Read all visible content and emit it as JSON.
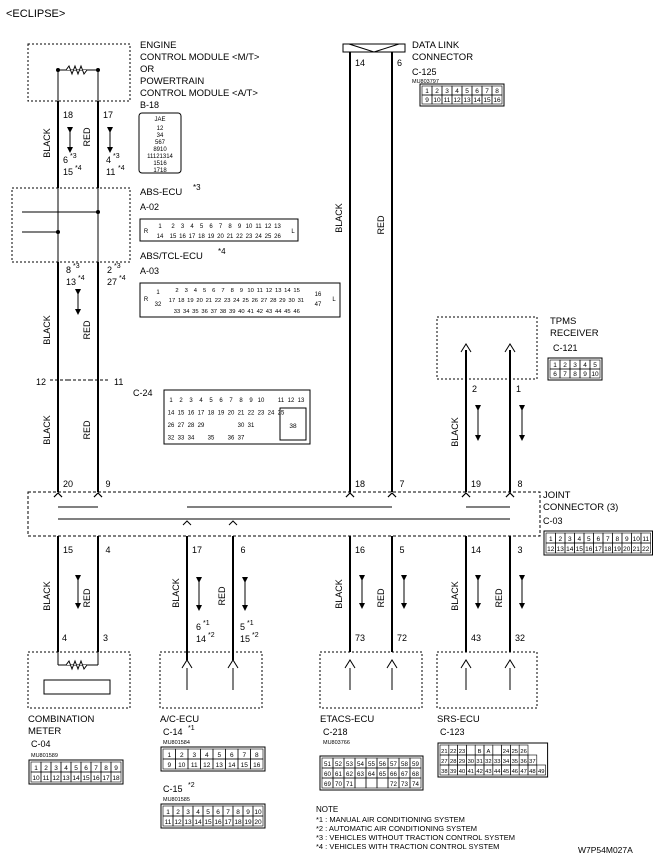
{
  "header": "<ECLIPSE>",
  "figure_id": "W7P54M027A",
  "ecm": {
    "lines": [
      "ENGINE",
      "CONTROL MODULE <M/T>",
      "OR",
      "POWERTRAIN",
      "CONTROL MODULE <A/T>"
    ],
    "connector": "B-18",
    "jae": "JAE",
    "pin_left": "18",
    "pin_right": "17"
  },
  "abs": {
    "title": "ABS-ECU",
    "mark": "*3",
    "connector": "A-02"
  },
  "abs_tcl": {
    "title": "ABS/TCL-ECU",
    "mark": "*4",
    "connector": "A-03"
  },
  "dlc": {
    "lines": [
      "DATA LINK",
      "CONNECTOR"
    ],
    "connector": "C-125",
    "part": "MU803797",
    "pin_left": "14",
    "pin_right": "6"
  },
  "tpms": {
    "lines": [
      "TPMS",
      "RECEIVER"
    ],
    "connector": "C-121",
    "pin_left": "2",
    "pin_right": "1"
  },
  "joint": {
    "lines": [
      "JOINT",
      "CONNECTOR (3)"
    ],
    "connector": "C-03",
    "top_pins": [
      "20",
      "9",
      "18",
      "7",
      "19",
      "8"
    ],
    "bottom_pins": [
      "15",
      "4",
      "17",
      "6",
      "16",
      "5",
      "14",
      "3"
    ]
  },
  "inline": {
    "connector": "C-24",
    "pin_left": "12",
    "pin_right": "11"
  },
  "wire_labels": {
    "black": "BLACK",
    "red": "RED"
  },
  "pins": {
    "abs_upper_a": "6",
    "abs_upper_a2": "15",
    "abs_upper_b": "4",
    "abs_upper_b2": "11",
    "abs_lower_a": "8",
    "abs_lower_a2": "13",
    "abs_lower_b": "2",
    "abs_lower_b2": "27",
    "meter_a": "4",
    "meter_b": "3",
    "ac_a": "6",
    "ac_a2": "14",
    "ac_b": "5",
    "ac_b2": "15",
    "etacs_a": "73",
    "etacs_b": "72",
    "srs_a": "43",
    "srs_b": "32"
  },
  "marks": {
    "m1": "*1",
    "m2": "*2",
    "m3": "*3",
    "m4": "*4"
  },
  "meter": {
    "lines": [
      "COMBINATION",
      "METER"
    ],
    "connector": "C-04",
    "part": "MU801589"
  },
  "ac": {
    "title": "A/C-ECU",
    "connector": "C-14",
    "mark1": "*1",
    "part1": "MU801584",
    "connector2": "C-15",
    "mark2": "*2",
    "part2": "MU801585"
  },
  "etacs": {
    "title": "ETACS-ECU",
    "connector": "C-218",
    "part": "MU803766"
  },
  "srs": {
    "title": "SRS-ECU",
    "connector": "C-123"
  },
  "notes": {
    "title": "NOTE",
    "items": [
      "*1 : MANUAL AIR CONDITIONING SYSTEM",
      "*2 : AUTOMATIC AIR CONDITIONING SYSTEM",
      "*3 : VEHICLES WITHOUT TRACTION CONTROL SYSTEM",
      "*4 : VEHICLES WITH TRACTION CONTROL SYSTEM"
    ]
  },
  "connector_faces": {
    "ecm": [
      "12",
      "34",
      "567",
      "8910",
      "11121314",
      "1516",
      "1718"
    ],
    "dlc": [
      [
        "1",
        "2",
        "3",
        "4",
        "5",
        "6",
        "7",
        "8"
      ],
      [
        "9",
        "10",
        "11",
        "12",
        "13",
        "14",
        "15",
        "16"
      ]
    ],
    "abs02": {
      "side_left": "R",
      "side_right": "L",
      "left_pins": [
        "1",
        "14"
      ],
      "row1": [
        "2",
        "3",
        "4",
        "5",
        "6",
        "7",
        "8",
        "9",
        "10",
        "11",
        "12",
        "13"
      ],
      "row2": [
        "15",
        "16",
        "17",
        "18",
        "19",
        "20",
        "21",
        "22",
        "23",
        "24",
        "25",
        "26"
      ]
    },
    "abs03": {
      "side_left": "R",
      "side_right": "L",
      "left_pins": [
        "1",
        "32"
      ],
      "row1": [
        "2",
        "3",
        "4",
        "5",
        "6",
        "7",
        "8",
        "9",
        "10",
        "11",
        "12",
        "13",
        "14",
        "15"
      ],
      "row2": [
        "17",
        "18",
        "19",
        "20",
        "21",
        "22",
        "23",
        "24",
        "25",
        "26",
        "27",
        "28",
        "29",
        "30",
        "31"
      ],
      "row3": [
        "33",
        "34",
        "35",
        "36",
        "37",
        "38",
        "39",
        "40",
        "41",
        "42",
        "43",
        "44",
        "45",
        "46"
      ],
      "right_pins": [
        "16",
        "47"
      ]
    },
    "c24": [
      [
        "1",
        "2",
        "3",
        "4",
        "5",
        "6",
        "7",
        "8",
        "9",
        "10",
        "",
        "11",
        "12",
        "13"
      ],
      [
        "14",
        "15",
        "16",
        "17",
        "18",
        "19",
        "20",
        "21",
        "22",
        "23",
        "24",
        "25"
      ],
      [
        "26",
        "27",
        "28",
        "29",
        "",
        "",
        "",
        "30",
        "31"
      ],
      [
        "32",
        "33",
        "34",
        "",
        "35",
        "",
        "36",
        "37"
      ]
    ],
    "c24_big": "38",
    "tpms": [
      [
        "1",
        "2",
        "3",
        "4",
        "5"
      ],
      [
        "6",
        "7",
        "8",
        "9",
        "10"
      ]
    ],
    "joint": [
      [
        "1",
        "2",
        "3",
        "4",
        "5",
        "6",
        "7",
        "8",
        "9",
        "10",
        "11"
      ],
      [
        "12",
        "13",
        "14",
        "15",
        "16",
        "17",
        "18",
        "19",
        "20",
        "21",
        "22"
      ]
    ],
    "meter": [
      [
        "1",
        "2",
        "3",
        "4",
        "5",
        "6",
        "7",
        "8",
        "9"
      ],
      [
        "10",
        "11",
        "12",
        "13",
        "14",
        "15",
        "16",
        "17",
        "18"
      ]
    ],
    "ac14": [
      [
        "1",
        "2",
        "3",
        "4",
        "5",
        "6",
        "7",
        "8"
      ],
      [
        "9",
        "10",
        "11",
        "12",
        "13",
        "14",
        "15",
        "16"
      ]
    ],
    "ac15": [
      [
        "1",
        "2",
        "3",
        "4",
        "5",
        "6",
        "7",
        "8",
        "9",
        "10"
      ],
      [
        "11",
        "12",
        "13",
        "14",
        "15",
        "16",
        "17",
        "18",
        "19",
        "20"
      ]
    ],
    "etacs": [
      [
        "51",
        "52",
        "53",
        "54",
        "55",
        "56",
        "57",
        "58",
        "59"
      ],
      [
        "60",
        "61",
        "62",
        "63",
        "64",
        "65",
        "66",
        "67",
        "68"
      ],
      [
        "69",
        "70",
        "71",
        "",
        "",
        "",
        "72",
        "73",
        "74"
      ]
    ],
    "srs": [
      [
        "21",
        "22",
        "23",
        "",
        "B",
        "A",
        "",
        "24",
        "25",
        "26"
      ],
      [
        "27",
        "28",
        "29",
        "30",
        "31",
        "32",
        "33",
        "34",
        "35",
        "36",
        "37"
      ],
      [
        "38",
        "39",
        "40",
        "41",
        "42",
        "43",
        "44",
        "45",
        "46",
        "47",
        "48",
        "49"
      ]
    ]
  }
}
